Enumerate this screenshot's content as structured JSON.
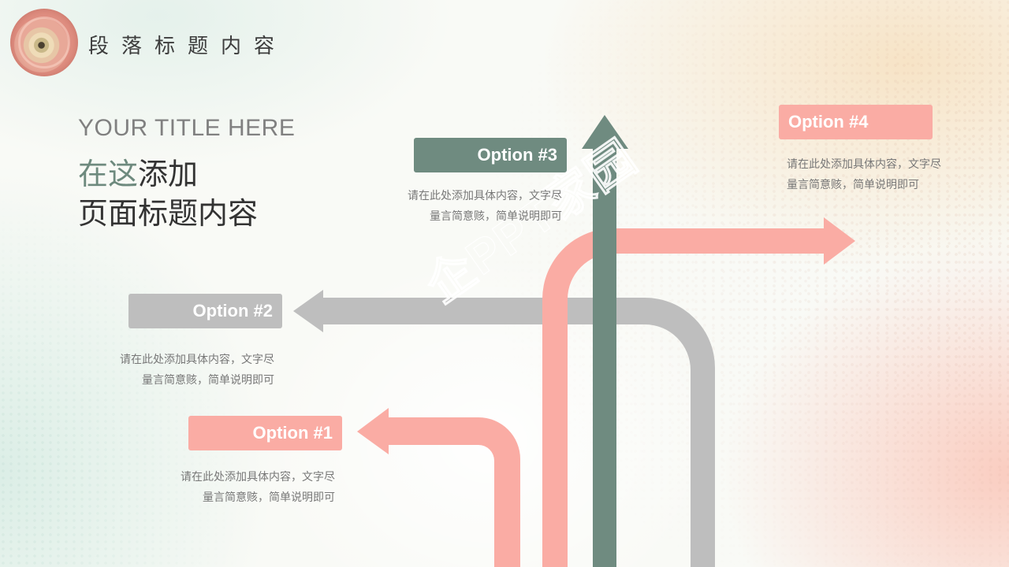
{
  "header": {
    "section_title": "段落标题内容",
    "logo_icon": "rose-flower-icon"
  },
  "title": {
    "english": "YOUR TITLE HERE",
    "line1_accent": "在这",
    "line1_rest": "添加",
    "line2": "页面标题内容"
  },
  "colors": {
    "pink": "#faaca4",
    "green": "#6f8b80",
    "gray": "#bebebe",
    "text_dark": "#333333",
    "text_muted": "#777777"
  },
  "options": [
    {
      "label": "Option #1",
      "desc_line1": "请在此处添加具体内容，文字尽",
      "desc_line2": "量言简意赅，简单说明即可",
      "color": "#faaca4"
    },
    {
      "label": "Option #2",
      "desc_line1": "请在此处添加具体内容，文字尽",
      "desc_line2": "量言简意赅，简单说明即可",
      "color": "#bebebe"
    },
    {
      "label": "Option #3",
      "desc_line1": "请在此处添加具体内容，文字尽",
      "desc_line2": "量言简意赅，简单说明即可",
      "color": "#6f8b80"
    },
    {
      "label": "Option #4",
      "desc_line1": "请在此处添加具体内容，文字尽",
      "desc_line2": "量言简意赅，简单说明即可",
      "color": "#faaca4"
    }
  ],
  "watermark": "企PPT家园"
}
